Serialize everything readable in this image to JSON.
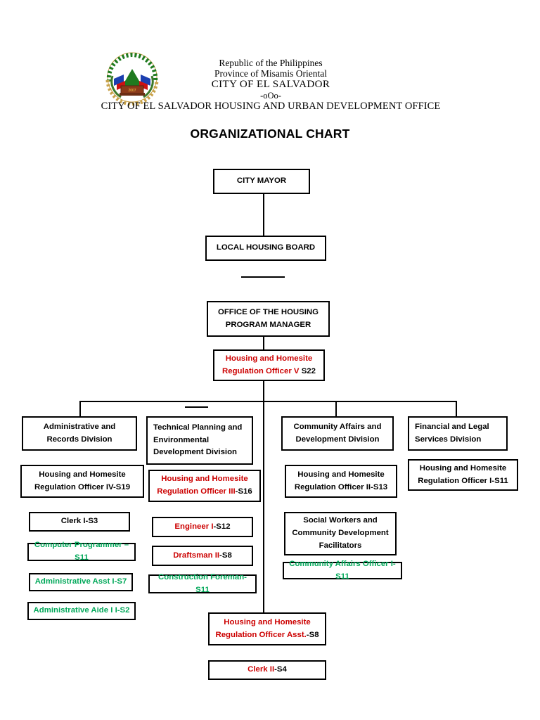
{
  "header": {
    "line1": "Republic of the Philippines",
    "line2": "Province of Misamis Oriental",
    "line3": "CITY OF  EL SALVADOR",
    "line4": "-oOo-",
    "line5": "CITY OF EL SALVADOR HOUSING AND URBAN DEVELOPMENT OFFICE",
    "seal_name": "city-seal"
  },
  "chart_title": "ORGANIZATIONAL CHART",
  "colors": {
    "red": "#cc0000",
    "green": "#00a859",
    "black": "#000000",
    "border": "#000000",
    "background": "#ffffff"
  },
  "nodes": {
    "city_mayor": {
      "lines": [
        {
          "text": "CITY MAYOR",
          "color": "black"
        }
      ]
    },
    "local_housing_board": {
      "lines": [
        {
          "text": "LOCAL HOUSING BOARD",
          "color": "black"
        }
      ]
    },
    "housing_program_manager": {
      "lines": [
        {
          "text": "OFFICE OF THE HOUSING",
          "color": "black"
        },
        {
          "text": "PROGRAM MANAGER",
          "color": "black"
        }
      ]
    },
    "hhro_v": {
      "line1": "Housing and Homesite",
      "line2_red": "Regulation Officer V",
      "line2_grade": " S22"
    },
    "div_admin": {
      "lines": [
        {
          "text": "Administrative and",
          "color": "black"
        },
        {
          "text": "Records Division",
          "color": "black"
        }
      ]
    },
    "div_technical": {
      "lines": [
        {
          "text": "Technical Planning and",
          "color": "black"
        },
        {
          "text": "Environmental",
          "color": "black"
        },
        {
          "text": "Development Division",
          "color": "black"
        }
      ]
    },
    "div_community": {
      "lines": [
        {
          "text": "Community Affairs and",
          "color": "black"
        },
        {
          "text": "Development Division",
          "color": "black"
        }
      ]
    },
    "div_financial": {
      "lines": [
        {
          "text": "Financial and Legal",
          "color": "black"
        },
        {
          "text": "Services Division",
          "color": "black"
        }
      ]
    },
    "hhro_iv": {
      "line1": "Housing and Homesite",
      "line2": "Regulation Officer IV-S19"
    },
    "clerk_i": {
      "text": "Clerk I-S3"
    },
    "computer_programmer": {
      "text": "Computer Programmer –S11"
    },
    "admin_asst_i": {
      "text": "Administrative Asst I-S7"
    },
    "admin_aide_ii": {
      "text": "Administrative  Aide I I-S2"
    },
    "hhro_iii": {
      "line1": "Housing and Homesite",
      "line2_red": "Regulation Officer III",
      "line2_grade": "-S16"
    },
    "engineer_i": {
      "title": "Engineer I",
      "grade": "-S12"
    },
    "draftsman_ii": {
      "title": "Draftsman II",
      "grade": "-S8"
    },
    "construction_foreman": {
      "text": "Construction Foreman-S11"
    },
    "hhro_ii": {
      "line1": "Housing and Homesite",
      "line2": "Regulation Officer II-S13"
    },
    "social_workers": {
      "lines": [
        {
          "text": "Social Workers and",
          "color": "black"
        },
        {
          "text": "Community Development",
          "color": "black"
        },
        {
          "text": "Facilitators",
          "color": "black"
        }
      ]
    },
    "community_affairs_officer": {
      "text": "Community Affairs Officer I-S11"
    },
    "hhro_i": {
      "line1": "Housing and Homesite",
      "line2": "Regulation Officer I-S11"
    },
    "hhro_asst": {
      "line1": "Housing and Homesite",
      "line2_red": "Regulation Officer Asst.",
      "line2_grade": "-S8"
    },
    "clerk_ii": {
      "title": "Clerk II",
      "grade": "-S4"
    }
  }
}
